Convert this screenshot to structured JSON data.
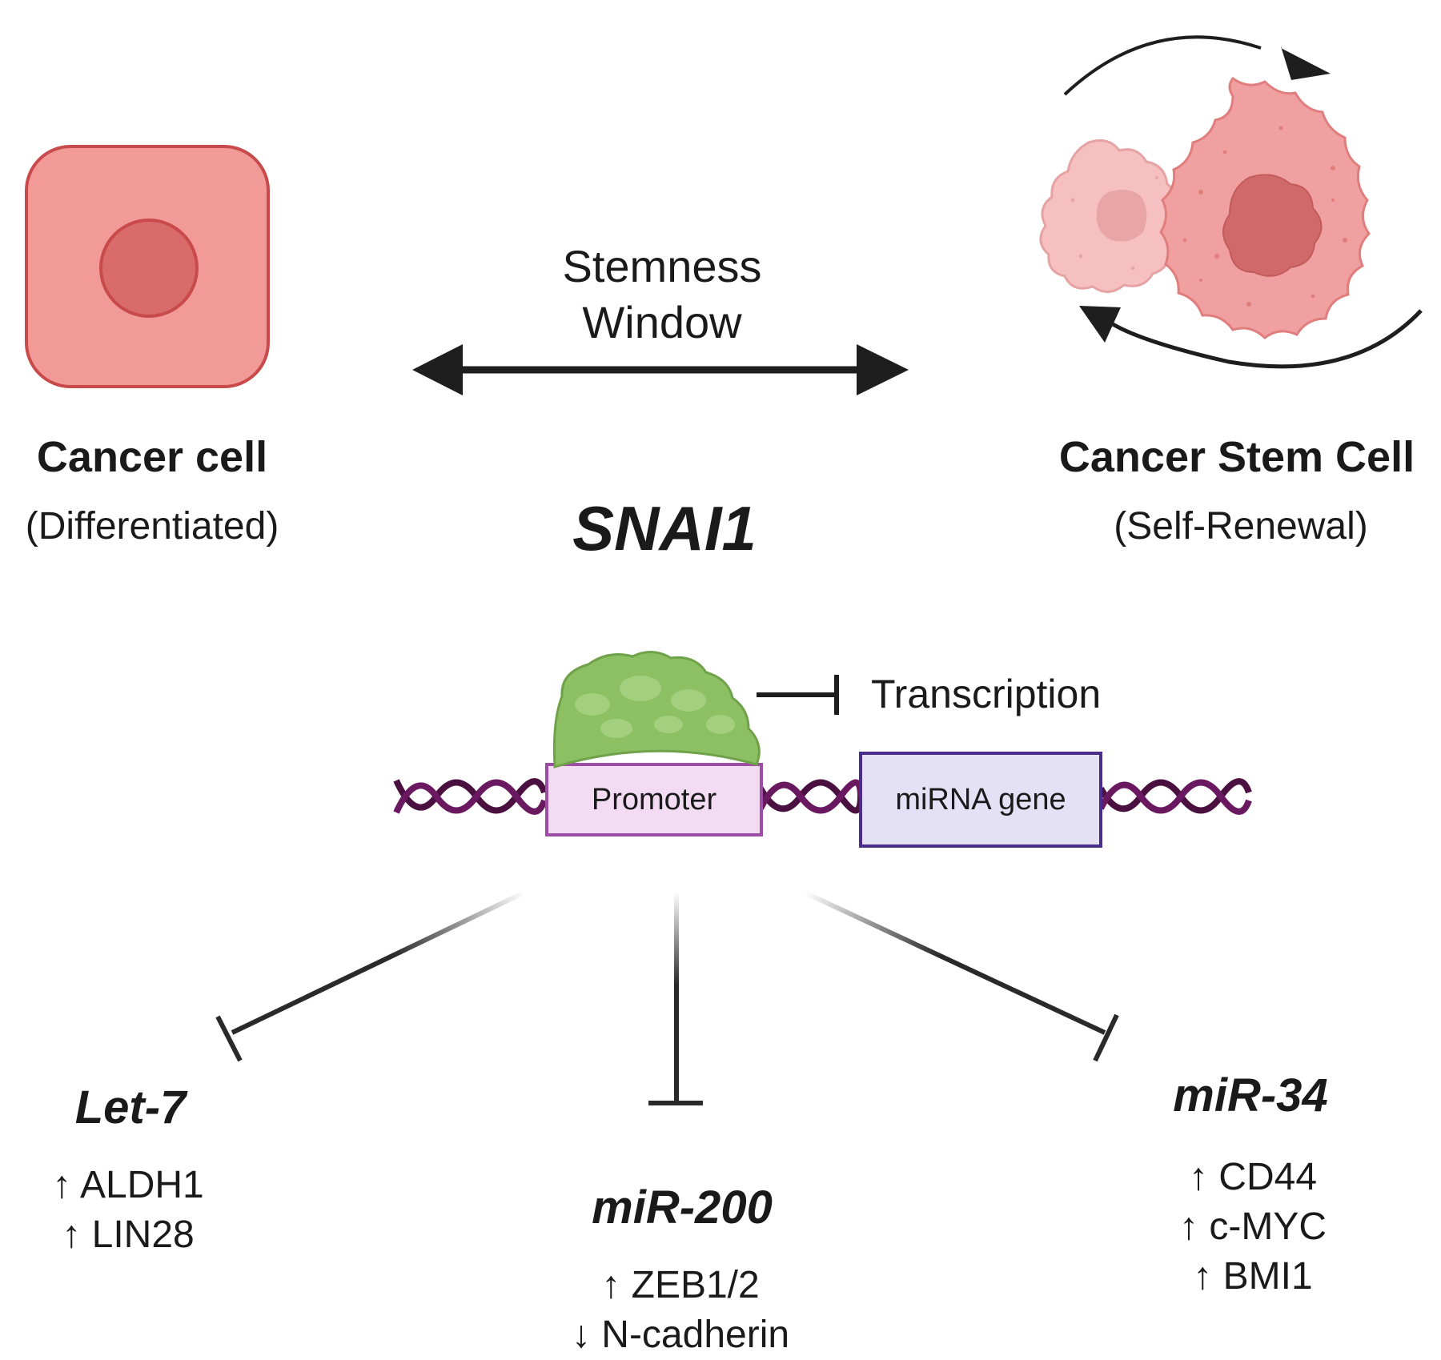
{
  "left_cell": {
    "title": "Cancer cell",
    "subtitle": "(Differentiated)",
    "fill_color": "#f29a97",
    "nucleus_color": "#d96b6b"
  },
  "right_cell": {
    "title": "Cancer Stem Cell",
    "subtitle": "(Self-Renewal)",
    "fill_color": "#f0a0a0",
    "nucleus_color": "#d06a6a"
  },
  "window_label": {
    "line1": "Stemness",
    "line2": "Window"
  },
  "gene_name": "SNAI1",
  "transcription_label": "Transcription",
  "promoter_label": "Promoter",
  "mirna_gene_label": "miRNA gene",
  "targets": [
    {
      "name": "Let-7",
      "effects": [
        "↑ ALDH1",
        "↑ LIN28"
      ]
    },
    {
      "name": "miR-200",
      "effects": [
        "↑ ZEB1/2",
        "↓ N-cadherin"
      ]
    },
    {
      "name": "miR-34",
      "effects": [
        "↑ CD44",
        "↑ c-MYC",
        "↑ BMI1"
      ]
    }
  ],
  "colors": {
    "dna_strand": "#4a1040",
    "promoter_fill": "#f3dcf3",
    "promoter_border": "#9b4ea3",
    "mirna_fill": "#e4e0f5",
    "mirna_border": "#4a2d8a",
    "protein": "#8cc063",
    "arrow": "#1e1e1e"
  }
}
